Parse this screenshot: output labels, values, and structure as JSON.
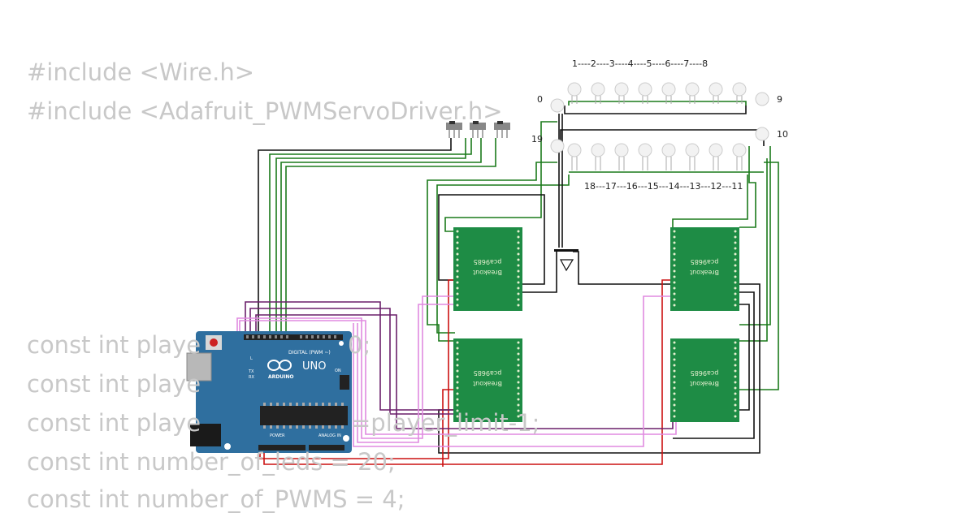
{
  "code_lines": [
    "#include <Wire.h>",
    "#include <Adafruit_PWMServoDriver.h>",
    "const int playe",
    "const int playe",
    "const int playe",
    "const int number_of_leds = 20;",
    "const int number_of_PWMS = 4;"
  ],
  "code_fragments": {
    "line3_tail": "0;",
    "line5_tail": "=player_limit-1;"
  },
  "led_labels": {
    "top_row": "1----2----3----4----5----6----7----8",
    "bottom_row": "18---17---16---15---14---13---12---11",
    "left_top": "0",
    "left_bottom": "19",
    "right_top": "9",
    "right_bottom": "10"
  },
  "pwm_module_label_1": "Breakout",
  "pwm_module_label_2": "pca9685",
  "arduino": {
    "brand": "ARDUINO",
    "model": "UNO",
    "digital_header": "DIGITAL (PWM ~)",
    "power_header": "POWER",
    "analog_header": "ANALOG IN",
    "on_label": "ON",
    "tx_label": "TX",
    "rx_label": "RX",
    "l_label": "L"
  },
  "colors": {
    "wire_black": "#111111",
    "wire_green": "#1a7a1a",
    "wire_red": "#cc1111",
    "wire_purple": "#6a1f6a",
    "wire_pink": "#e08ae0",
    "pcb_green": "#1e8c45",
    "arduino_blue": "#2f6f9f",
    "code_gray": "#c8c8c8"
  }
}
